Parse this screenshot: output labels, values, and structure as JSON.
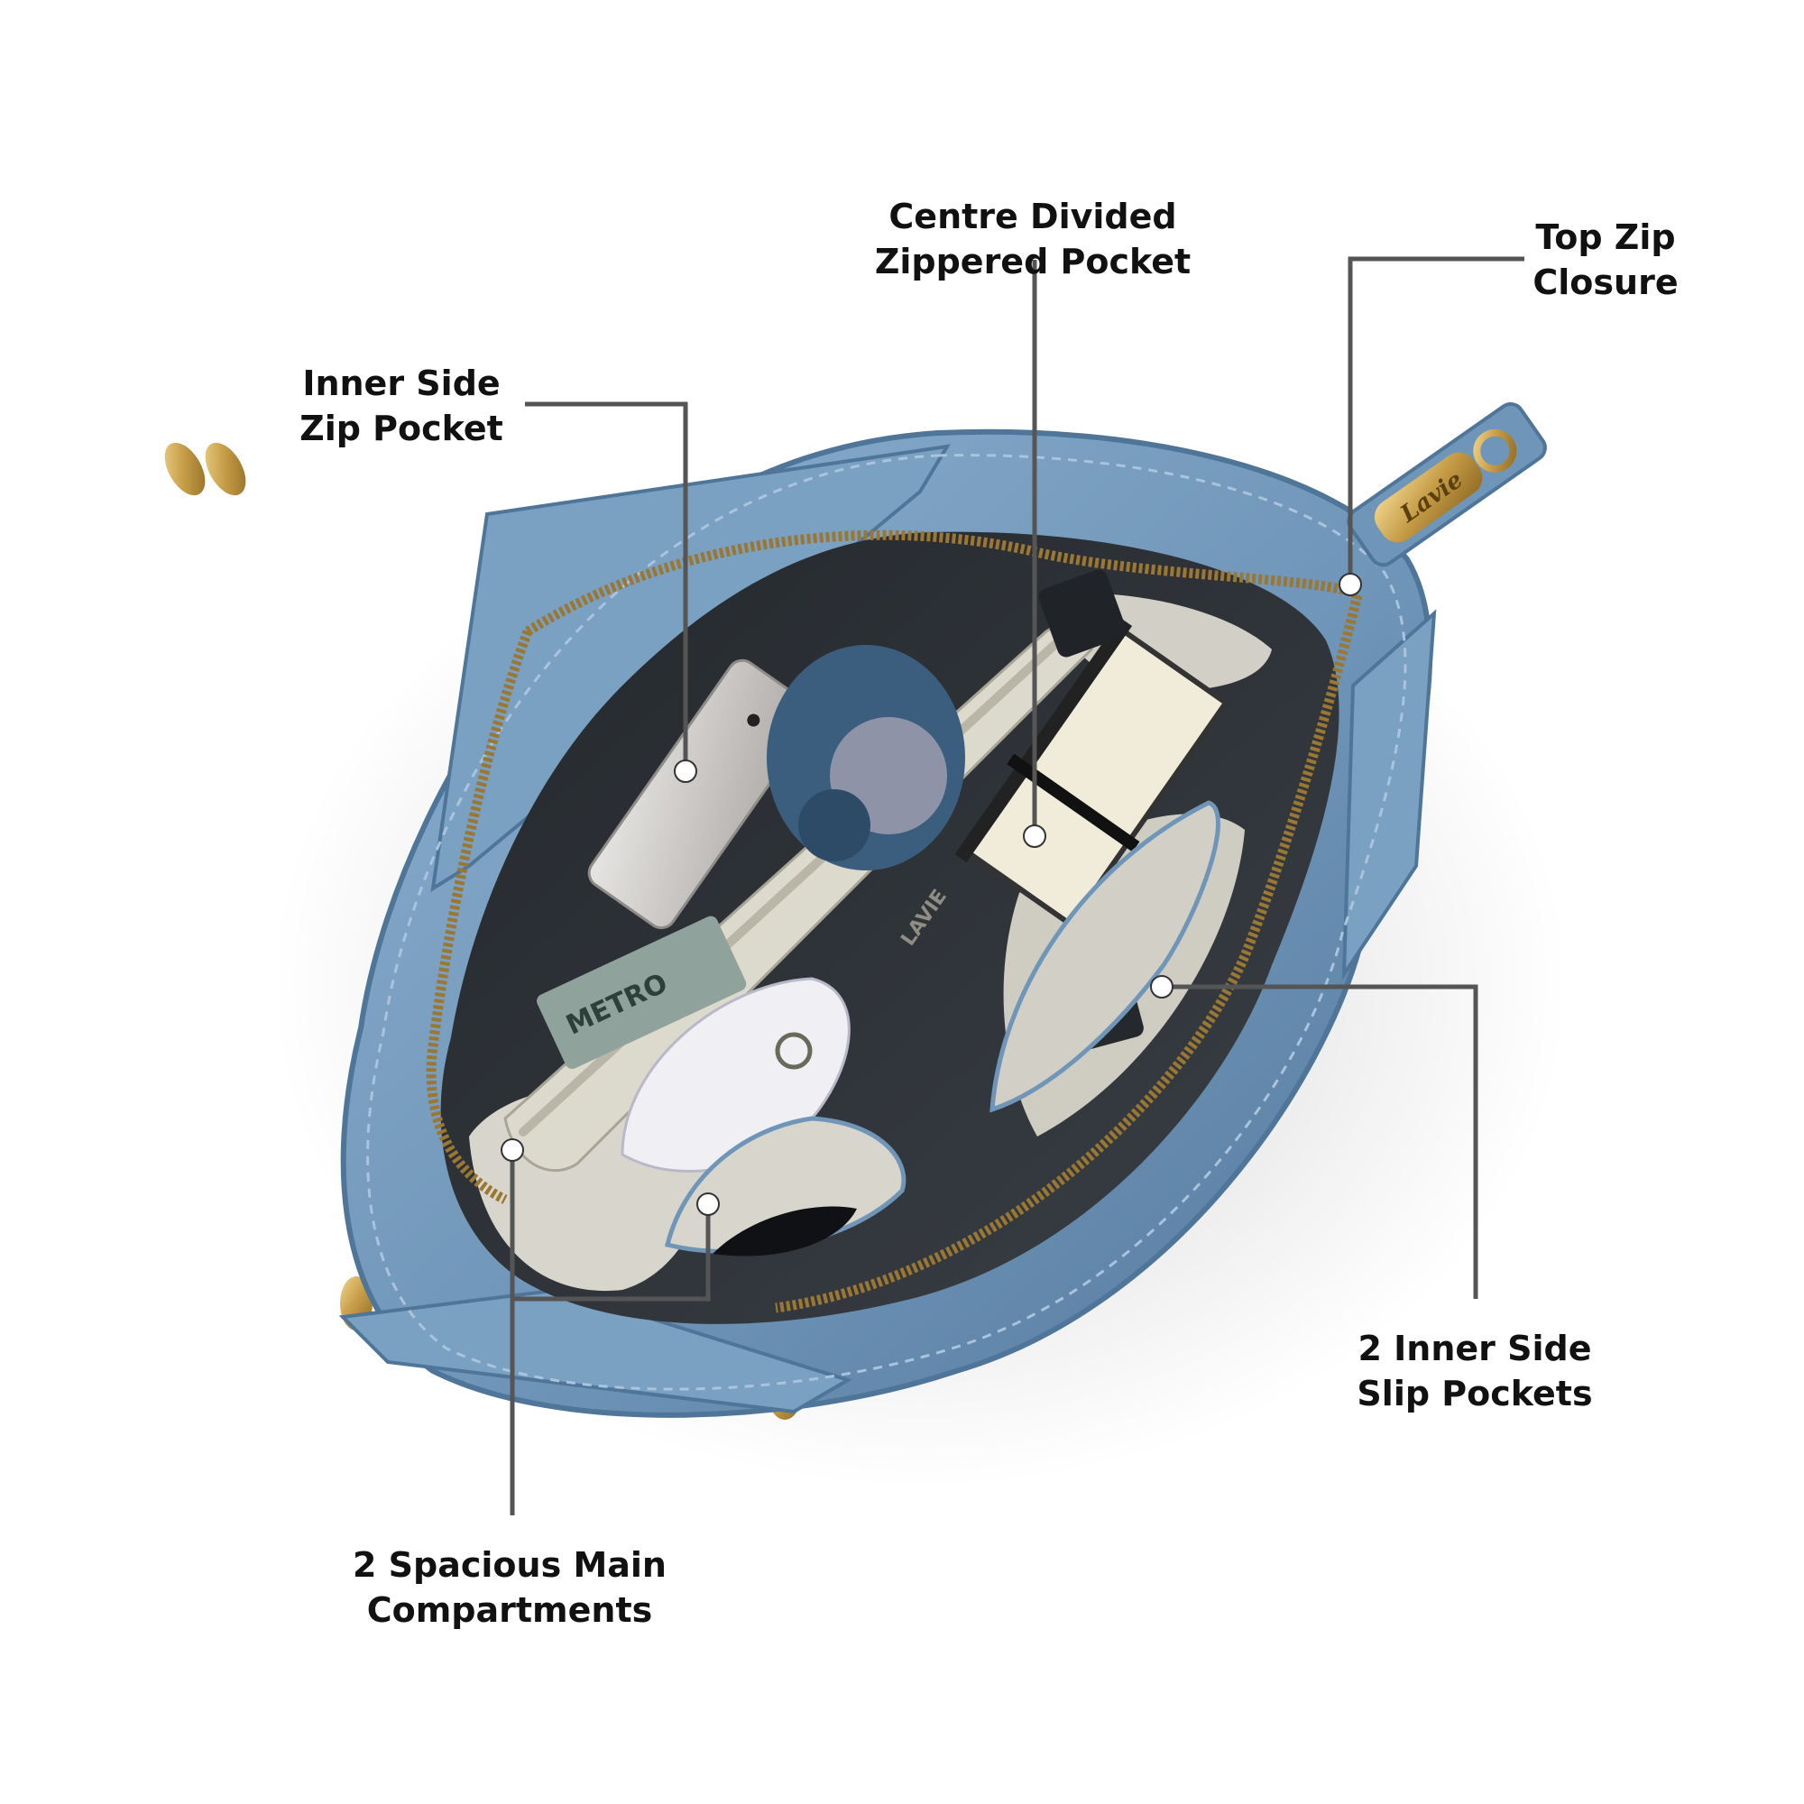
{
  "callouts": {
    "inner_side_zip": {
      "line1": "Inner Side",
      "line2": "Zip Pocket"
    },
    "centre_divided": {
      "line1": "Centre Divided",
      "line2": "Zippered Pocket"
    },
    "top_zip": {
      "line1": "Top Zip",
      "line2": "Closure"
    },
    "slip_pockets": {
      "line1": "2 Inner Side",
      "line2": "Slip Pockets"
    },
    "main_compartments": {
      "line1": "2 Spacious Main",
      "line2": "Compartments"
    }
  },
  "logo": {
    "text": "Lavie"
  },
  "lining_print": {
    "text": "LAVIE"
  },
  "card_print": {
    "text": "METRO"
  },
  "colors": {
    "bag": "#6f95b8",
    "bag_dark": "#4f7598",
    "lining": "#d8d6cc",
    "zipper_gold": "#b08a3c",
    "leader": "#555555"
  }
}
